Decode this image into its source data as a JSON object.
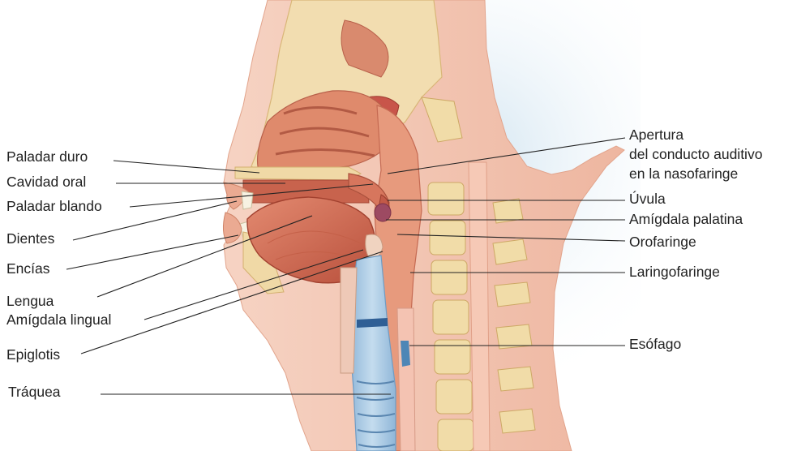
{
  "figure": {
    "labels_left": {
      "hard_palate": "Paladar duro",
      "oral_cavity": "Cavidad oral",
      "soft_palate": "Paladar blando",
      "teeth": "Dientes",
      "gums": "Encías",
      "tongue": "Lengua",
      "lingual_tonsil": "Amígdala lingual",
      "epiglottis": "Epiglotis",
      "trachea": "Tráquea"
    },
    "labels_right": {
      "auditory_tube_line1": "Apertura",
      "auditory_tube_line2": "del conducto auditivo",
      "auditory_tube_line3": "en la nasofaringe",
      "uvula": "Úvula",
      "palatine_tonsil": "Amígdala palatina",
      "oropharynx": "Orofaringe",
      "laryngopharynx": "Laringofaringe",
      "esophagus": "Esófago"
    },
    "colors": {
      "skin": "#f3c6b4",
      "skin_shadow": "#e8a893",
      "bone": "#f2ddb0",
      "bone_dark": "#e3c48a",
      "muscle": "#d9735c",
      "muscle_dark": "#b8503c",
      "cavity": "#c86a55",
      "tonsil": "#a8506a",
      "airway": "#a9c9e3",
      "airway_dark": "#7fa9cf",
      "background_glow": "#d4e6f1",
      "leader_line": "#222222"
    }
  }
}
